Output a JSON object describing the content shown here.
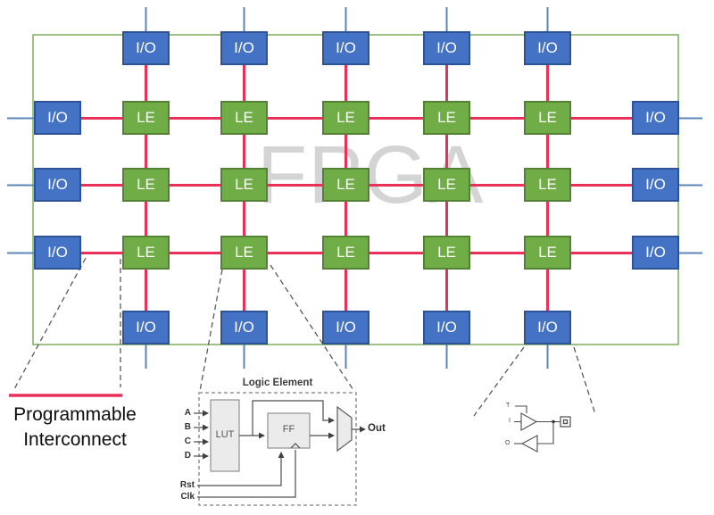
{
  "labels": {
    "io": "I/O",
    "le": "LE",
    "watermark": "FPGA"
  },
  "callouts": {
    "programmable_interconnect": {
      "line1": "Programmable",
      "line2": "Interconnect"
    },
    "logic_element": {
      "title": "Logic Element",
      "lut_label": "LUT",
      "ff_label": "FF",
      "out_label": "Out",
      "inputs": [
        "A",
        "B",
        "C",
        "D"
      ],
      "reset_label": "Rst",
      "clock_label": "Clk"
    },
    "io_buffer": {
      "tristate_label": "T",
      "input_label": "I",
      "output_label": "O"
    }
  },
  "colors": {
    "io_block_fill": "#4472c4",
    "io_block_border": "#2e5395",
    "le_block_fill": "#70ad47",
    "le_block_border": "#538135",
    "interconnect_red": "#e73158",
    "io_stub_blue": "#5c84b8",
    "fpga_boundary_green": "#7dae5c",
    "watermark_gray": "#d4d4d4",
    "detail_line_gray": "#4d4d4d",
    "detail_box_fill": "#ebebeb"
  }
}
